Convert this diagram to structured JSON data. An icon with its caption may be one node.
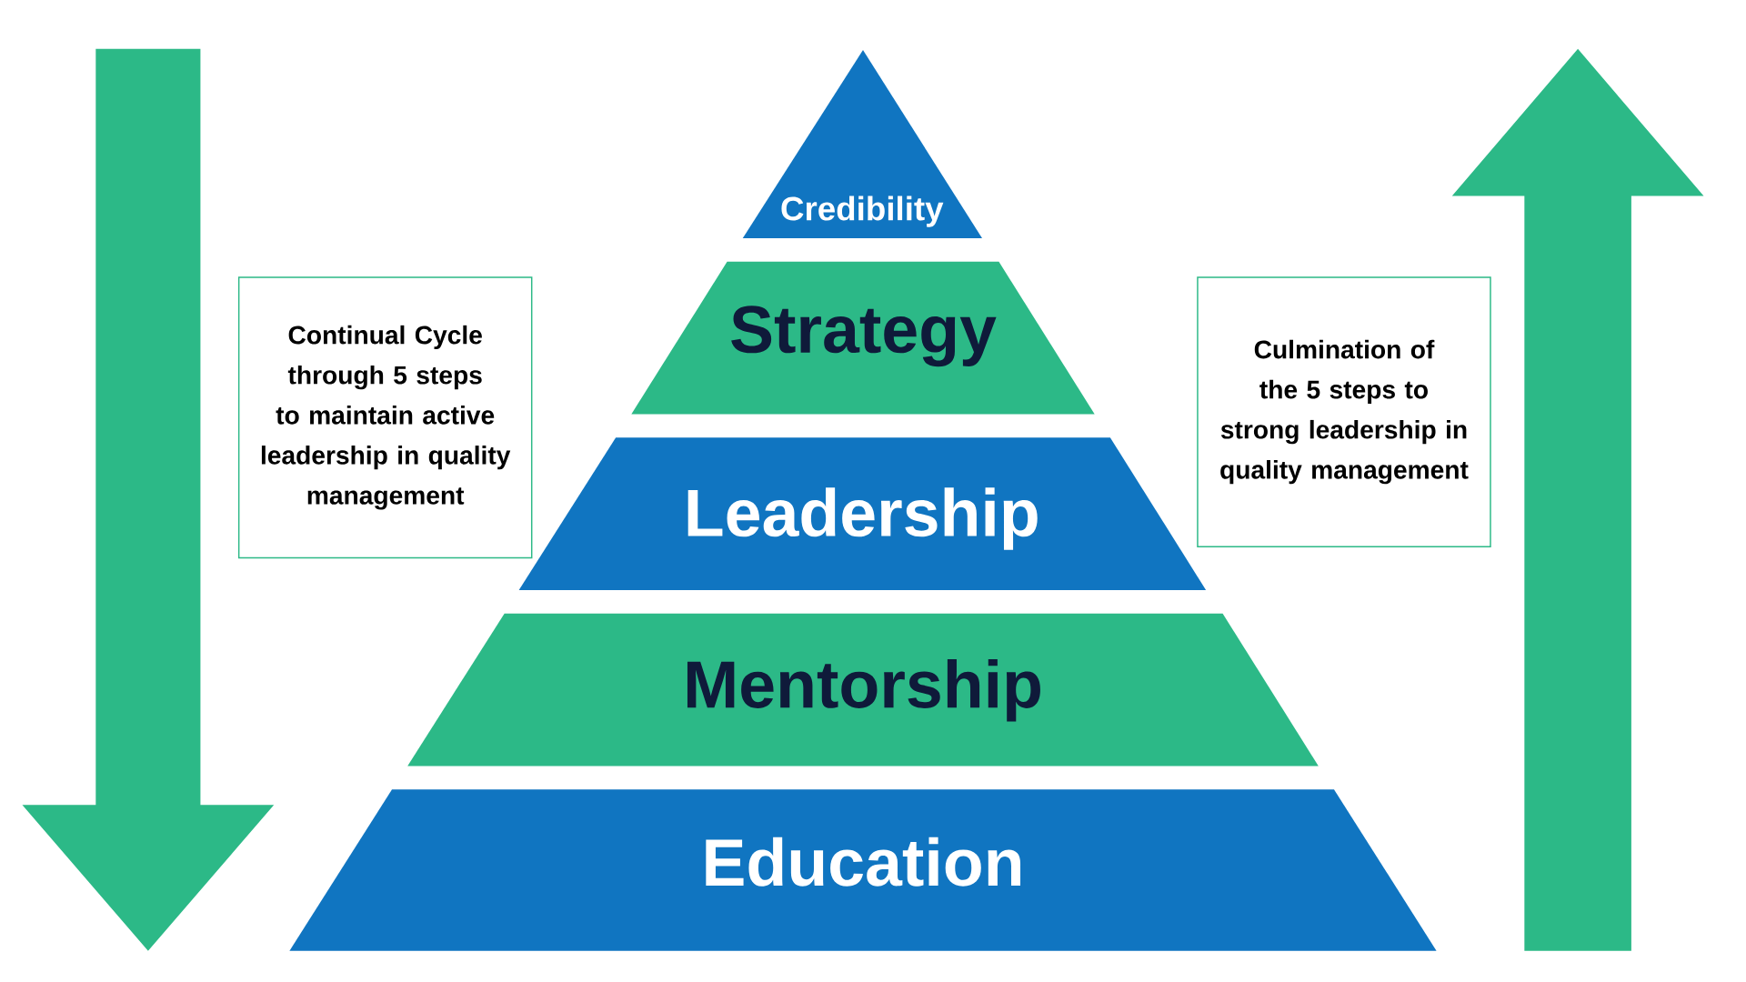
{
  "diagram": {
    "nodes": [
      {
        "text": [
          "Credibility"
        ]
      },
      {
        "text": [
          "Strategy"
        ]
      },
      {
        "text": [
          "Leadership"
        ]
      },
      {
        "text": [
          "Mentorship"
        ]
      },
      {
        "text": [
          "Education"
        ]
      },
      {
        "text": [
          "Continual Cycle through 5 steps to maintain active leadership in quality management"
        ]
      },
      {
        "text": [
          "Culmination of the 5 steps to strong leadership in quality management"
        ]
      }
    ]
  }
}
